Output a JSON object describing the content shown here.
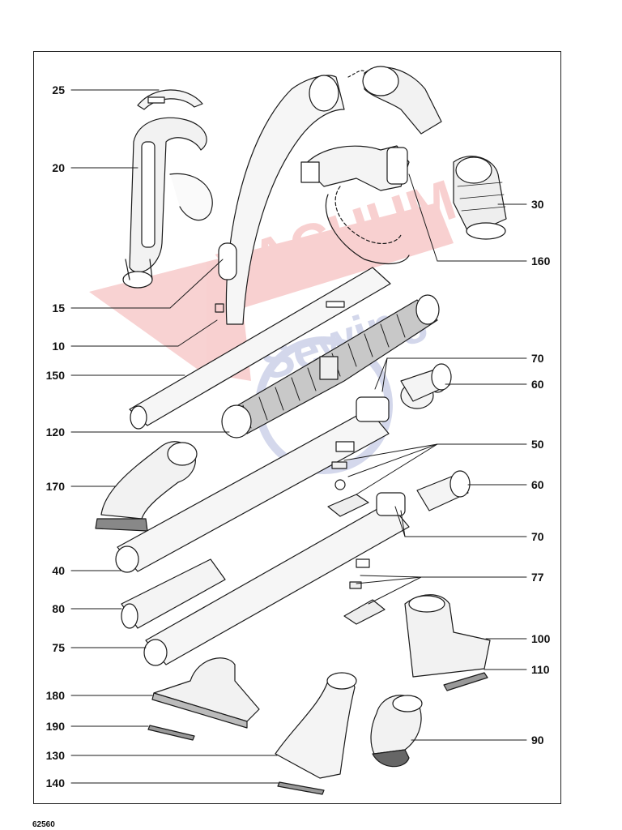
{
  "diagram": {
    "callouts": [
      {
        "id": "25",
        "label": "25"
      },
      {
        "id": "20",
        "label": "20"
      },
      {
        "id": "15",
        "label": "15"
      },
      {
        "id": "10",
        "label": "10"
      },
      {
        "id": "150",
        "label": "150"
      },
      {
        "id": "120",
        "label": "120"
      },
      {
        "id": "170",
        "label": "170"
      },
      {
        "id": "40",
        "label": "40"
      },
      {
        "id": "80",
        "label": "80"
      },
      {
        "id": "75",
        "label": "75"
      },
      {
        "id": "180",
        "label": "180"
      },
      {
        "id": "190",
        "label": "190"
      },
      {
        "id": "130",
        "label": "130"
      },
      {
        "id": "140",
        "label": "140"
      },
      {
        "id": "30",
        "label": "30"
      },
      {
        "id": "160",
        "label": "160"
      },
      {
        "id": "70a",
        "label": "70"
      },
      {
        "id": "60a",
        "label": "60"
      },
      {
        "id": "50",
        "label": "50"
      },
      {
        "id": "60b",
        "label": "60"
      },
      {
        "id": "70b",
        "label": "70"
      },
      {
        "id": "77",
        "label": "77"
      },
      {
        "id": "100",
        "label": "100"
      },
      {
        "id": "110",
        "label": "110"
      },
      {
        "id": "90",
        "label": "90"
      }
    ],
    "footer_code": "62560",
    "colors": {
      "line": "#1a1a1a",
      "watermark_red": "#e03030",
      "watermark_blue": "#3a4ea8"
    }
  }
}
